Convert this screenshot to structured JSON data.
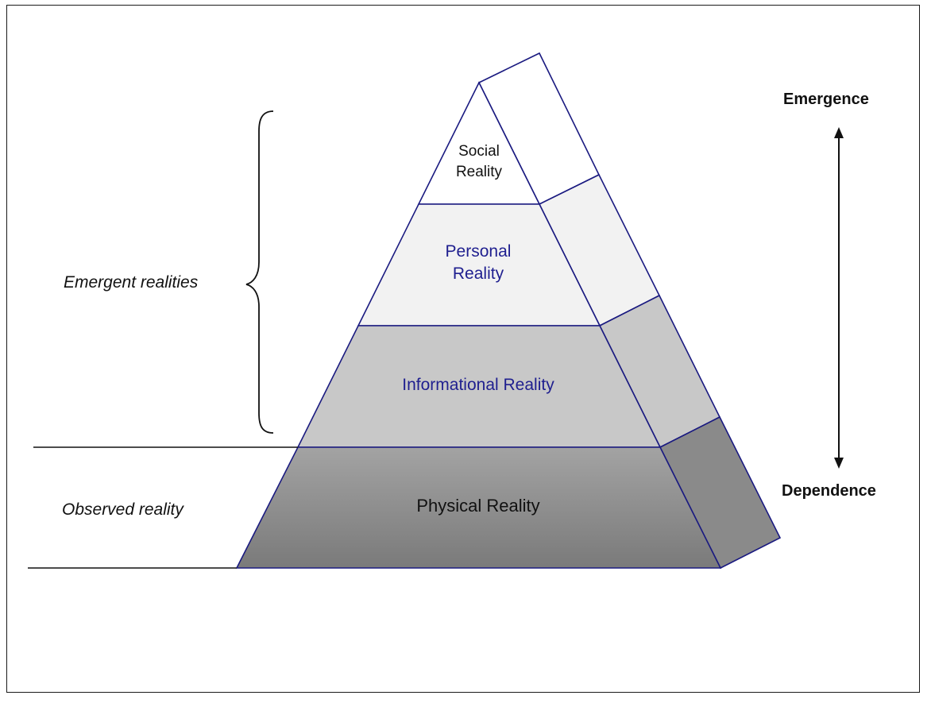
{
  "layers": {
    "social": {
      "line1": "Social",
      "line2": "Reality",
      "text_color": "#111111",
      "fill": "#ffffff"
    },
    "personal": {
      "line1": "Personal",
      "line2": "Reality",
      "text_color": "#1f1f8f",
      "fill": "#f2f2f2"
    },
    "informational": {
      "label": "Informational Reality",
      "text_color": "#1f1f8f",
      "fill": "#c8c8c8"
    },
    "physical": {
      "label": "Physical Reality",
      "text_color": "#111111",
      "fill_top": "#a3a3a3",
      "fill_bottom": "#7a7a7a"
    }
  },
  "left_labels": {
    "emergent": "Emergent realities",
    "observed": "Observed reality"
  },
  "axis": {
    "top_label": "Emergence",
    "bottom_label": "Dependence"
  },
  "colors": {
    "outline": "#1a1a80",
    "line": "#111111"
  }
}
